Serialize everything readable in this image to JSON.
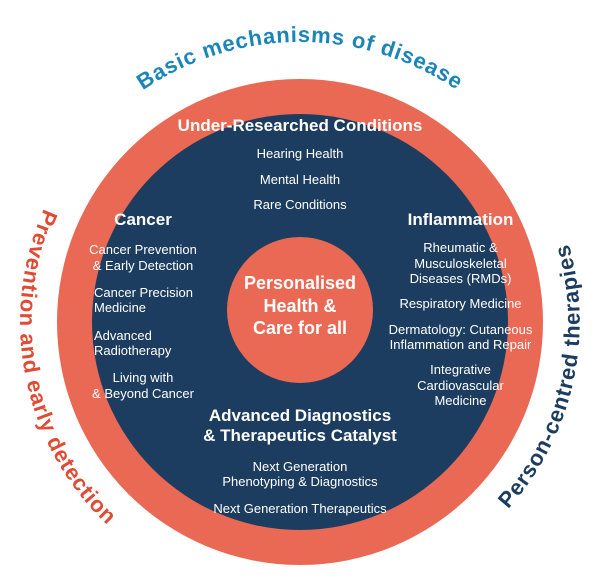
{
  "diagram": {
    "colors": {
      "coral": "#E96954",
      "red": "#E14B33",
      "blue": "#1B85B8",
      "navy": "#1C3D60",
      "white": "#FFFFFF"
    },
    "outer_labels": {
      "top": "Basic mechanisms of disease",
      "left": "Prevention and early detection",
      "right": "Person-centred therapies"
    },
    "center": {
      "text": "Personalised\nHealth &\nCare for all"
    },
    "sections": {
      "top": {
        "title": "Under-Researched Conditions",
        "items": [
          "Hearing Health",
          "Mental Health",
          "Rare Conditions"
        ]
      },
      "left": {
        "title": "Cancer",
        "items": [
          "Cancer Prevention\n& Early Detection",
          "Cancer Precision\nMedicine",
          "Advanced\nRadiotherapy",
          "Living with\n& Beyond Cancer"
        ]
      },
      "right": {
        "title": "Inflammation",
        "items": [
          "Rheumatic &\nMusculoskeletal\nDiseases (RMDs)",
          "Respiratory Medicine",
          "Dermatology: Cutaneous\nInflammation and Repair",
          "Integrative\nCardiovascular\nMedicine"
        ]
      },
      "bottom": {
        "title": "Advanced Diagnostics\n& Therapeutics Catalyst",
        "items": [
          "Next Generation\nPhenotyping & Diagnostics",
          "Next Generation Therapeutics"
        ]
      }
    }
  }
}
